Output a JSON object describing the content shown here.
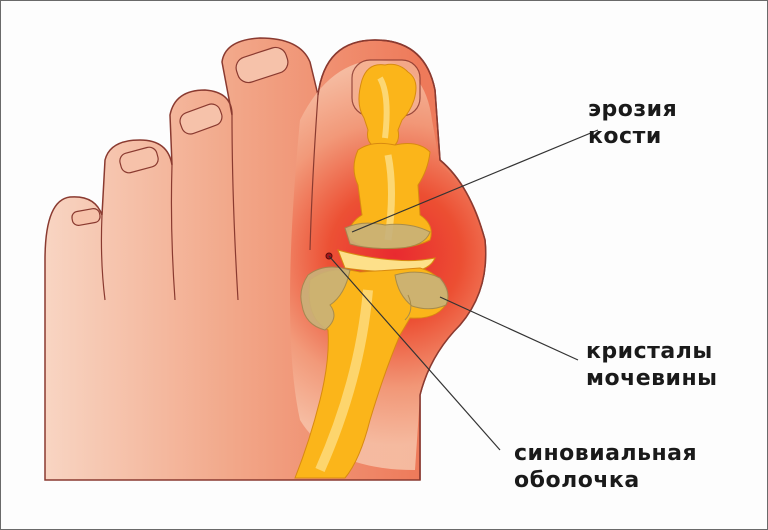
{
  "labels": {
    "erosion": {
      "line1": "эрозия",
      "line2": "кости"
    },
    "crystals": {
      "line1": "кристалы",
      "line2": "мочевины"
    },
    "synovial": {
      "line1": "синовиальная",
      "line2": "оболочка"
    }
  },
  "colors": {
    "skin": "#f0a080",
    "skin_light": "#f8c8b0",
    "inflammation": "#e8202a",
    "bone": "#fbb51a",
    "bone_light": "#fde08a",
    "crystal": "#c9b27a",
    "outline": "#8a3a30",
    "leader_line": "#333333"
  }
}
